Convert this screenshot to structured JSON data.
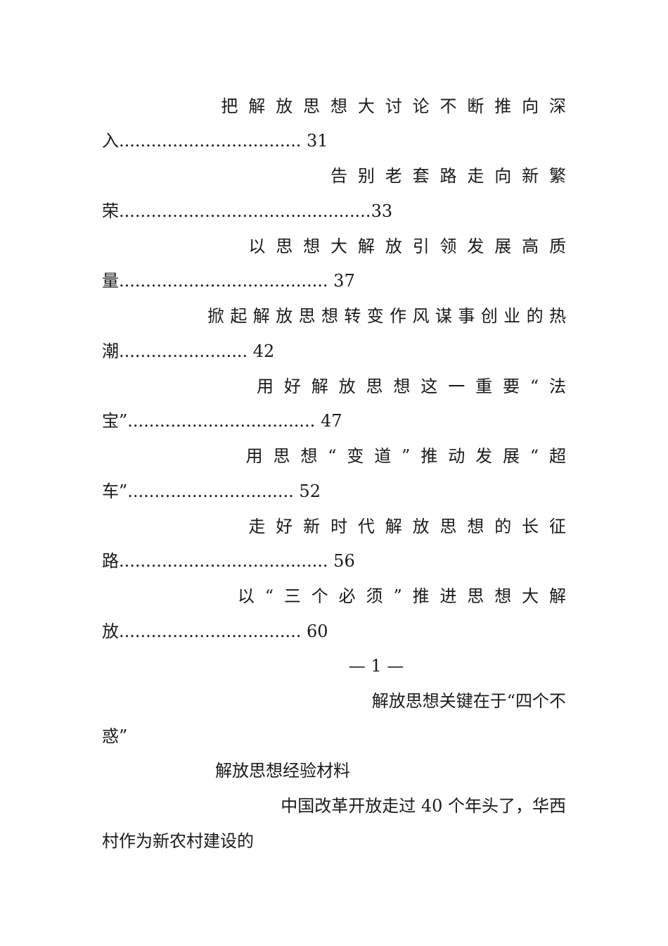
{
  "toc": [
    {
      "title_line1": "把解放思想大讨论不断推向深",
      "title_line2_prefix": "入",
      "leader": "..................................",
      "page": "31"
    },
    {
      "title_line1": "告别老套路走向新繁",
      "title_line2_prefix": "荣",
      "leader": "...............................................",
      "page": "33"
    },
    {
      "title_line1": "以思想大解放引领发展高质",
      "title_line2_prefix": "量",
      "leader": ".......................................",
      "page": "37"
    },
    {
      "title_line1": "掀起解放思想转变作风谋事创业的热",
      "title_line2_prefix": "潮",
      "leader": "........................",
      "page": "42"
    },
    {
      "title_line1": "用好解放思想这一重要“法",
      "title_line2_prefix": "宝”",
      "leader": "...................................",
      "page": "47"
    },
    {
      "title_line1": "用思想“变道”推动发展“超",
      "title_line2_prefix": "车”",
      "leader": "...............................",
      "page": "52"
    },
    {
      "title_line1": "走好新时代解放思想的长征",
      "title_line2_prefix": "路",
      "leader": ".......................................",
      "page": "56"
    },
    {
      "title_line1": "以“三个必须”推进思想大解",
      "title_line2_prefix": "放",
      "leader": "..................................",
      "page": "60"
    }
  ],
  "page_number": "— 1 —",
  "article": {
    "title_line1": "解放思想关键在于“四个不",
    "title_line2": "惑”",
    "subtitle": "解放思想经验材料",
    "body_line1": "中国改革开放走过 40 个年头了，华西",
    "body_line2": "村作为新农村建设的"
  }
}
